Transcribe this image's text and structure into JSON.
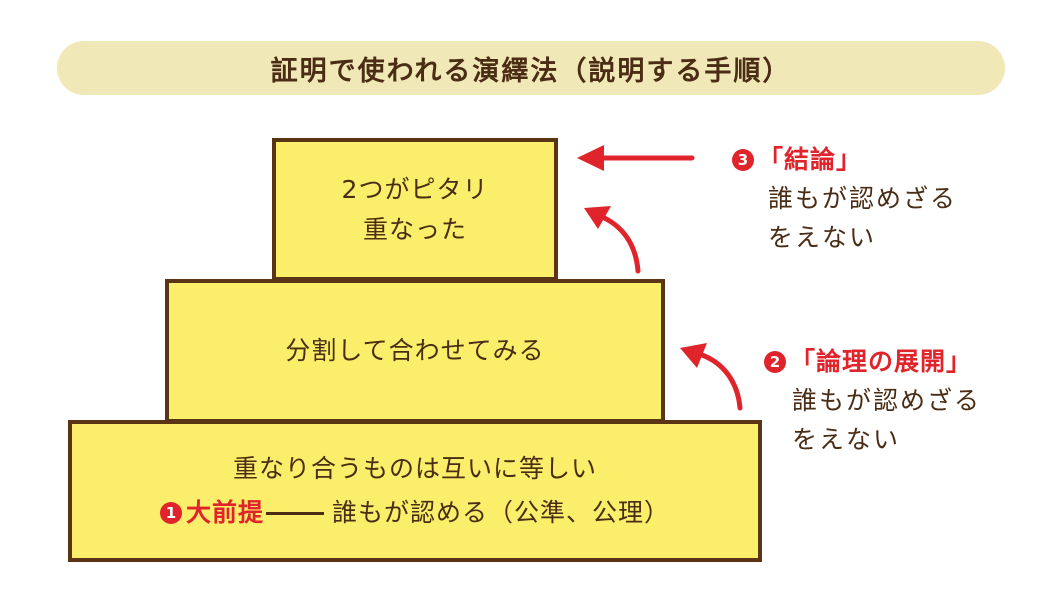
{
  "title": "証明で使われる演繹法（説明する手順）",
  "colors": {
    "title_background": "#f1e8b7",
    "tier_fill": "#fbee6a",
    "tier_border": "#5a3515",
    "text": "#4a2d14",
    "accent_red": "#e0242c",
    "background": "#ffffff"
  },
  "pyramid": {
    "top": {
      "line1": "2つがピタリ",
      "line2": "重なった"
    },
    "middle": {
      "text": "分割して合わせてみる"
    },
    "bottom": {
      "line1": "重なり合うものは互いに等しい",
      "premise_number": "1",
      "premise_label": "大前提",
      "premise_text": "誰もが認める（公準、公理）"
    }
  },
  "notes": {
    "conclusion": {
      "number": "3",
      "label": "「結論」",
      "line1": "誰もが認めざる",
      "line2": "をえない"
    },
    "development": {
      "number": "2",
      "label": "「論理の展開」",
      "line1": "誰もが認めざる",
      "line2": "をえない"
    }
  },
  "icons": {
    "conclusion_arrow": "arrow-left-icon",
    "curved_arrow_upper": "curved-arrow-up-icon",
    "curved_arrow_lower": "curved-arrow-up-icon"
  }
}
